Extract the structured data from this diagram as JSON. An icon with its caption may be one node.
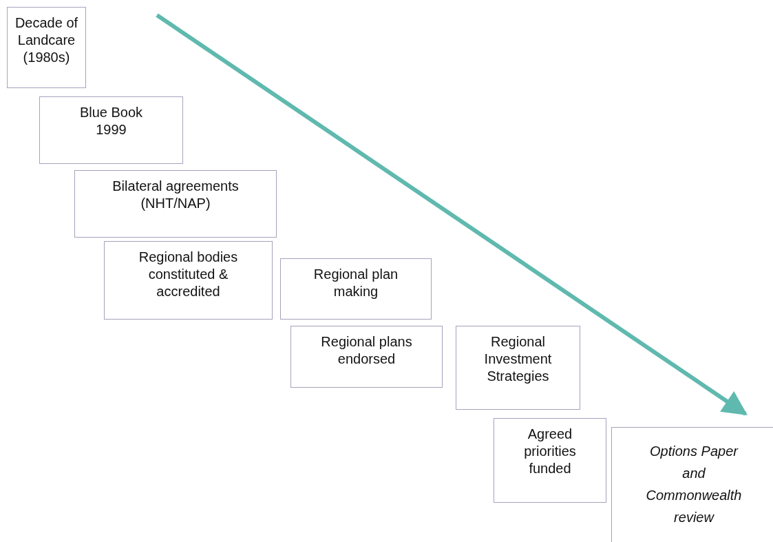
{
  "diagram": {
    "nodes": [
      {
        "text": [
          "Decade of Landcare (1980s)"
        ]
      },
      {
        "text": [
          "Blue Book 1999"
        ]
      },
      {
        "text": [
          "Bilateral agreements (NHT/NAP)"
        ]
      },
      {
        "text": [
          "Regional bodies constituted & accredited"
        ]
      },
      {
        "text": [
          "Regional plan making"
        ]
      },
      {
        "text": [
          "Regional plans endorsed"
        ]
      },
      {
        "text": [
          "Regional Investment Strategies"
        ]
      },
      {
        "text": [
          "Agreed priorities funded"
        ]
      },
      {
        "text": [
          "Options Paper and Commonwealth review"
        ]
      }
    ]
  }
}
